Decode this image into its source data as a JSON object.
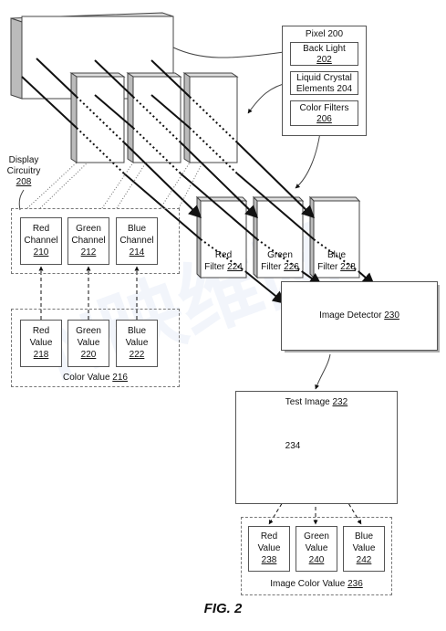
{
  "pixel": {
    "title": "Pixel 200",
    "back_light": "Back Light",
    "back_light_num": "202",
    "lc_line1": "Liquid Crystal",
    "lc_line2": "Elements 204",
    "color_filters": "Color Filters",
    "color_filters_num": "206"
  },
  "display_circuitry": {
    "line1": "Display",
    "line2": "Circuitry",
    "num": "208"
  },
  "channels": [
    {
      "line1": "Red",
      "line2": "Channel",
      "num": "210"
    },
    {
      "line1": "Green",
      "line2": "Channel",
      "num": "212"
    },
    {
      "line1": "Blue",
      "line2": "Channel",
      "num": "214"
    }
  ],
  "values": [
    {
      "line1": "Red",
      "line2": "Value",
      "num": "218"
    },
    {
      "line1": "Green",
      "line2": "Value",
      "num": "220"
    },
    {
      "line1": "Blue",
      "line2": "Value",
      "num": "222"
    }
  ],
  "color_value": {
    "label": "Color Value ",
    "num": "216"
  },
  "filters": [
    {
      "line1": "Red",
      "line2": "Filter ",
      "num": "224"
    },
    {
      "line1": "Green",
      "line2": "Filter ",
      "num": "226"
    },
    {
      "line1": "Blue",
      "line2": "Filter ",
      "num": "228"
    }
  ],
  "image_detector": {
    "label": "Image Detector ",
    "num": "230"
  },
  "test_image": {
    "label": "Test Image ",
    "num": "232",
    "point": "234"
  },
  "image_values": [
    {
      "line1": "Red",
      "line2": "Value",
      "num": "238"
    },
    {
      "line1": "Green",
      "line2": "Value",
      "num": "240"
    },
    {
      "line1": "Blue",
      "line2": "Value",
      "num": "242"
    }
  ],
  "image_color_value": {
    "label": "Image Color Value ",
    "num": "236"
  },
  "figure_caption": "FIG. 2",
  "watermark": "N映维网"
}
